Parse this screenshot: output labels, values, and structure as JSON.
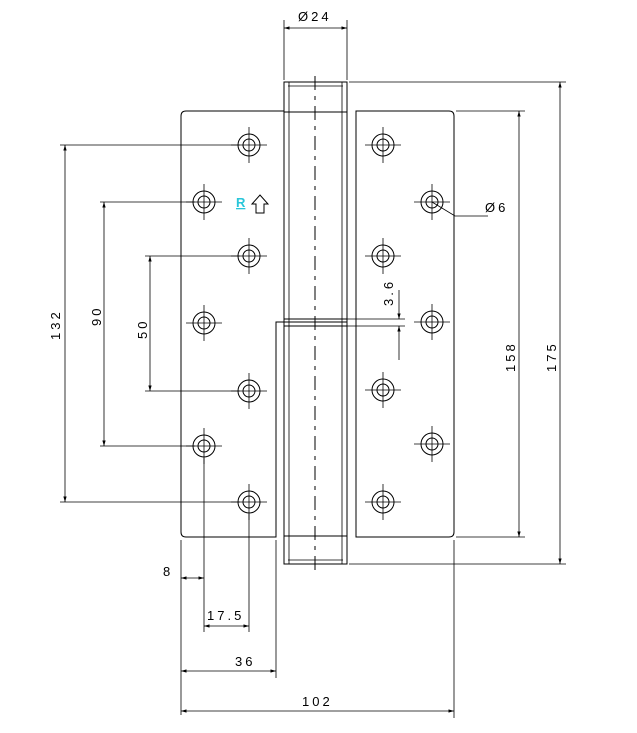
{
  "drawing": {
    "dimensions": {
      "pin_diameter": "Ø24",
      "hole_diameter": "Ø6",
      "spacing_132": "132",
      "spacing_90": "90",
      "spacing_50": "50",
      "gap_3_6": "3.6",
      "leaf_158": "158",
      "overall_175": "175",
      "edge_8": "8",
      "offset_17_5": "17.5",
      "width_36": "36",
      "width_102": "102"
    },
    "mark": {
      "letter": "R",
      "arrow": "up-arrow-icon"
    }
  }
}
